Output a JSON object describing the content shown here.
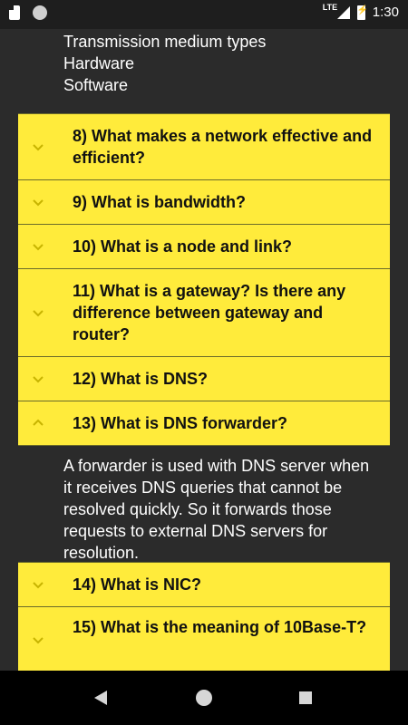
{
  "status_bar": {
    "time": "1:30",
    "network": "LTE",
    "icons": [
      "sd-card-icon",
      "circle-icon",
      "signal-icon",
      "battery-icon"
    ]
  },
  "intro_lines": [
    "Transmission medium types",
    "Hardware",
    "Software"
  ],
  "accordion": [
    {
      "label": "8) What makes a network effective and efficient?",
      "state": "collapsed"
    },
    {
      "label": "9) What is bandwidth?",
      "state": "collapsed"
    },
    {
      "label": "10) What is a node and link?",
      "state": "collapsed"
    },
    {
      "label": "11) What is a gateway? Is there any difference between gateway and router?",
      "state": "collapsed"
    },
    {
      "label": "12) What is DNS?",
      "state": "collapsed"
    },
    {
      "label": "13) What is DNS forwarder?",
      "state": "expanded",
      "answer": "A forwarder is used with DNS server when it receives DNS queries that cannot be resolved quickly. So it forwards those requests to external DNS servers for resolution."
    },
    {
      "label": "14) What is NIC?",
      "state": "collapsed"
    },
    {
      "label": "15) What is the meaning of 10Base-T?",
      "state": "collapsed"
    }
  ],
  "nav_bar": {
    "icons": [
      "back-icon",
      "home-icon",
      "recent-apps-icon"
    ]
  },
  "colors": {
    "accent": "#ffeb3b",
    "background": "#2b2b2b",
    "chevron": "#c7b300"
  }
}
